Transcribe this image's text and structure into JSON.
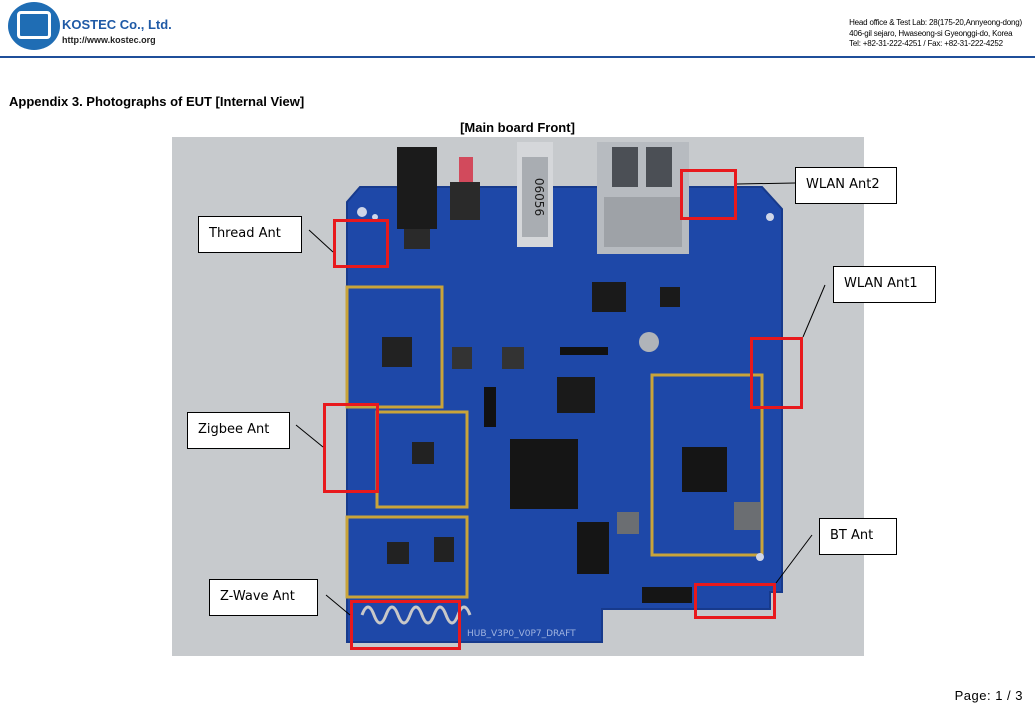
{
  "header": {
    "company_name": "KOSTEC Co., Ltd.",
    "company_url": "http://www.kostec.org",
    "address_line1": "Head office & Test Lab: 28(175-20,Annyeong-dong)",
    "address_line2": "406-gil sejaro, Hwaseong-si Gyeonggi-do, Korea",
    "address_line3": "Tel:  +82-31-222-4251  /  Fax:  +82-31-222-4252",
    "brand_color": "#1f5aa6"
  },
  "section_title": "Appendix 3. Photographs of EUT [Internal View]",
  "photo_title": "[Main board Front]",
  "board": {
    "silkscreen": "HUB_V3P0_V0P7_DRAFT",
    "chip_marking": "06056"
  },
  "callouts": {
    "thread": "Thread Ant",
    "zigbee": "Zigbee Ant",
    "zwave": "Z-Wave Ant",
    "wlan2": "WLAN Ant2",
    "wlan1": "WLAN Ant1",
    "bt": "BT Ant"
  },
  "highlight_color": "#e8191d",
  "footer": {
    "page_label": "Page:  1  /  3"
  }
}
